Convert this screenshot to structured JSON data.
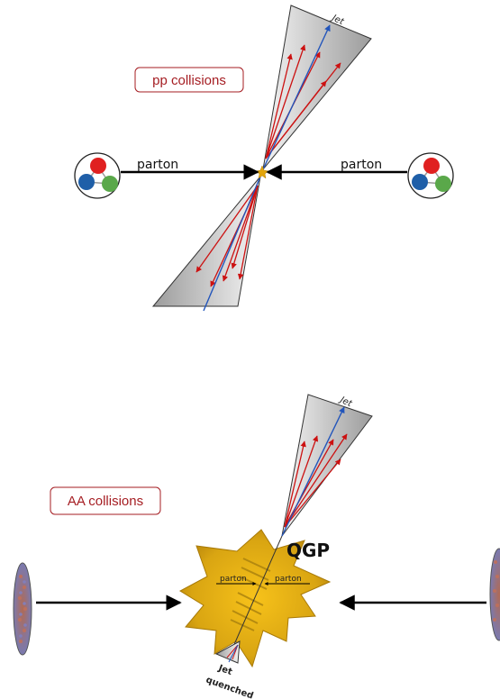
{
  "top_panel": {
    "box_label": "pp collisions",
    "left_parton_label": "parton",
    "right_parton_label": "parton",
    "jet_label": "Jet"
  },
  "bottom_panel": {
    "box_label": "AA collisions",
    "qgp_label": "QGP",
    "left_parton_label": "parton",
    "right_parton_label": "parton",
    "jet_label": "Jet",
    "quenched_jet_label_line1": "Jet",
    "quenched_jet_label_line2": "quenched"
  },
  "colors": {
    "label_red": "#a51d22",
    "cone_gray": "#d0d0d0",
    "particle_red": "#cc1111",
    "particle_blue": "#2255bb",
    "qgp_gold": "#d9a512",
    "quark_red": "#e02020",
    "quark_blue": "#1f5fa8",
    "quark_green": "#5aa84a"
  },
  "icons": [
    "proton-icon",
    "nucleus-icon",
    "collision-star-icon"
  ]
}
